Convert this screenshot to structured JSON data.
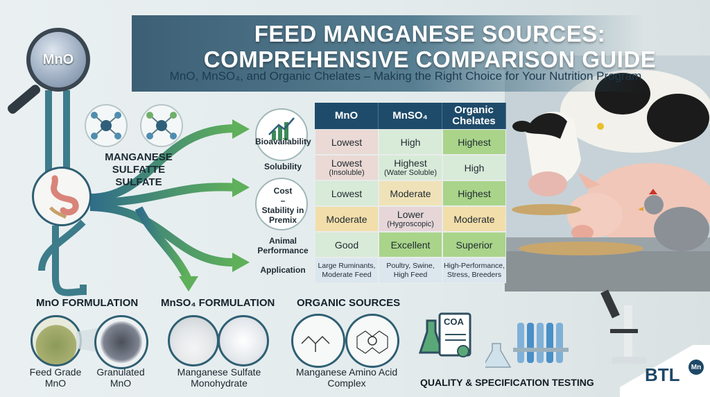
{
  "header": {
    "title_line1": "FEED MANGANESE SOURCES:",
    "title_line2": "COMPREHENSIVE COMPARISON GUIDE",
    "subtitle": "MnO, MnSO₄, and Organic Chelates – Making the Right Choice for Your Nutrition Program"
  },
  "magnifier": {
    "label": "MnO"
  },
  "left_label": "MANGANESE SULFATTE SULFATE",
  "criteria": [
    "Bioavailability",
    "Solubility",
    "Cost",
    "–",
    "Stability in Premix",
    "Animal Performance",
    "Application"
  ],
  "table": {
    "headers": [
      "MnO",
      "MnSO₄",
      "Organic Chelates"
    ],
    "rows": [
      [
        {
          "main": "Lowest",
          "sub": ""
        },
        {
          "main": "High",
          "sub": ""
        },
        {
          "main": "Highest",
          "sub": ""
        }
      ],
      [
        {
          "main": "Lowest",
          "sub": "(Insoluble)"
        },
        {
          "main": "Highest",
          "sub": "(Water Soluble)"
        },
        {
          "main": "High",
          "sub": ""
        }
      ],
      [
        {
          "main": "Lowest",
          "sub": ""
        },
        {
          "main": "Moderate",
          "sub": ""
        },
        {
          "main": "Highest",
          "sub": ""
        }
      ],
      [
        {
          "main": "Moderate",
          "sub": ""
        },
        {
          "main": "Lower",
          "sub": "(Hygroscopic)"
        },
        {
          "main": "Moderate",
          "sub": ""
        }
      ],
      [
        {
          "main": "Good",
          "sub": ""
        },
        {
          "main": "Excellent",
          "sub": ""
        },
        {
          "main": "Superior",
          "sub": ""
        }
      ],
      [
        {
          "main": "Large Ruminants,",
          "sub": "Moderate Feed"
        },
        {
          "main": "Poultry, Swine,",
          "sub": "High Feed"
        },
        {
          "main": "High-Performance,",
          "sub": "Stress, Breeders"
        }
      ]
    ],
    "colors": [
      [
        "#ead9d4",
        "#d8ead8",
        "#a9d48a"
      ],
      [
        "#ead9d4",
        "#d8ead8",
        "#d8ead8"
      ],
      [
        "#d8ead8",
        "#f0e2b8",
        "#a9d48a"
      ],
      [
        "#f2deaa",
        "#e6d6d8",
        "#f2deaa"
      ],
      [
        "#d8ead8",
        "#a9d48a",
        "#a9d48a"
      ],
      [
        "#dbe6ef",
        "#dbe6ef",
        "#dbe6ef"
      ]
    ]
  },
  "sections": {
    "mno": {
      "title": "MnO FORMULATION",
      "item1": "Feed Grade MnO",
      "item2": "Granulated MnO"
    },
    "mnso4": {
      "title": "MnSO₄ FORMULATION",
      "item1": "Manganese Sulfate Monohydrate"
    },
    "organic": {
      "title": "ORGANIC SOURCES",
      "item1": "Manganese Amino Acid Complex"
    }
  },
  "quality": {
    "coa_label": "COA",
    "text": "QUALITY & SPECIFICATION TESTING"
  },
  "brand": {
    "name": "BTL",
    "badge": "Mn"
  },
  "colors": {
    "accent": "#1f4b6a",
    "green": "#5ea74a",
    "pipe": "#3c8a7a"
  }
}
